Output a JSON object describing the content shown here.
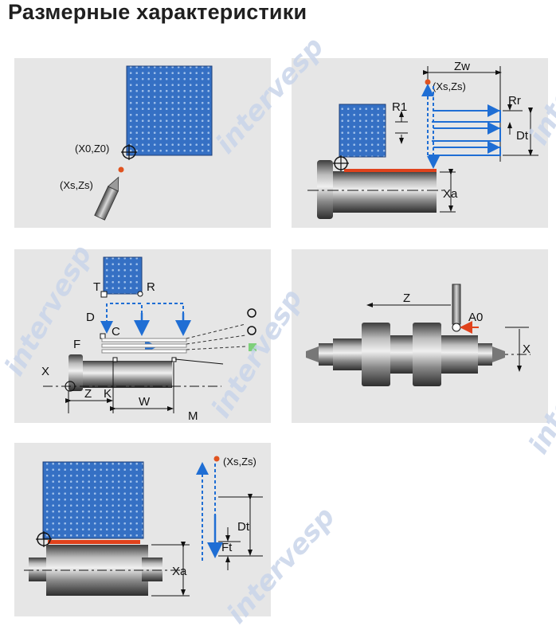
{
  "page": {
    "title": "Размерные характеристики"
  },
  "panels": {
    "p1": {
      "origin_label": "(X0,Z0)",
      "start_label": "(Xs,Zs)"
    },
    "p2": {
      "zw": "Zw",
      "start_label": "(Xs,Zs)",
      "r1": "R1",
      "rr": "Rr",
      "dt": "Dt",
      "xa": "Xa"
    },
    "p3": {
      "t": "T",
      "r": "R",
      "d": "D",
      "c": "C",
      "f": "F",
      "x": "X",
      "z": "Z",
      "k": "K",
      "w": "W",
      "m": "M"
    },
    "p4": {
      "z": "Z",
      "a0": "A0",
      "x": "X"
    },
    "p5": {
      "start_label": "(Xs,Zs)",
      "dt": "Dt",
      "ft": "Ft",
      "xa": "Xa"
    }
  },
  "watermark": {
    "text": "intervesp"
  },
  "colors": {
    "tool_blue": "#2f6fc0",
    "arrow_blue": "#1f6ed4",
    "red": "#e0421c",
    "panel_bg": "#e6e6e6"
  }
}
